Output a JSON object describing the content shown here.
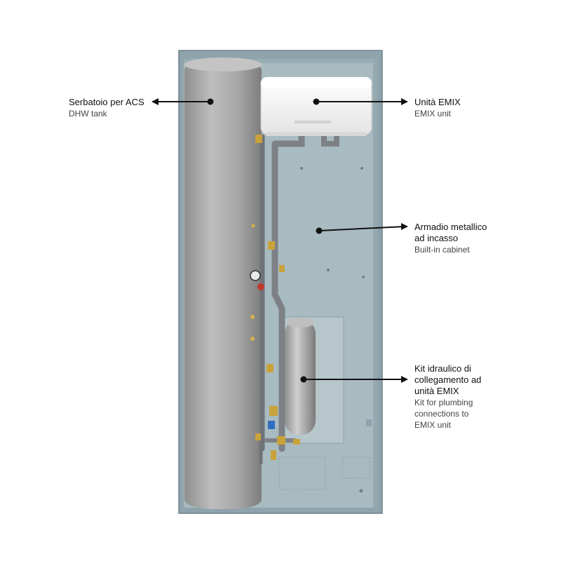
{
  "callouts": {
    "dhw_tank": {
      "label_it": "Serbatoio per ACS",
      "label_en": "DHW tank"
    },
    "emix_unit": {
      "label_it": "Unità EMIX",
      "label_en": "EMIX unit"
    },
    "cabinet": {
      "label_it_line1": "Armadio metallico",
      "label_it_line2": "ad incasso",
      "label_en": "Built-in cabinet"
    },
    "plumbing_kit": {
      "label_it_line1": "Kit idraulico di",
      "label_it_line2": "collegamento ad",
      "label_it_line3": "unità EMIX",
      "label_en_line1": "Kit for plumbing",
      "label_en_line2": "connections to",
      "label_en_line3": "EMIX unit"
    }
  },
  "colors": {
    "cabinet": "#8fa5ad",
    "cabinet_inner": "#a9bcc2",
    "tank": "#a8a8a8",
    "pipe": "#7c7f82",
    "emix_body": "#f2f2f2",
    "brass": "#c9a23a",
    "leader_line": "#111111"
  }
}
